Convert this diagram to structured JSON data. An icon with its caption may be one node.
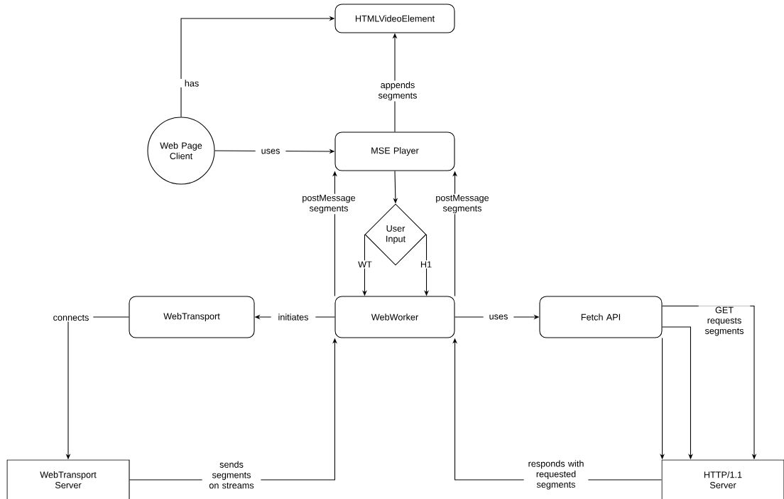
{
  "diagram": {
    "nodes": [
      {
        "text": [
          "HTMLVideoElement"
        ]
      },
      {
        "text": [
          "Web Page Client"
        ]
      },
      {
        "text": [
          "MSE Player"
        ]
      },
      {
        "text": [
          "User Input"
        ]
      },
      {
        "text": [
          "WebTransport"
        ]
      },
      {
        "text": [
          "WebWorker"
        ]
      },
      {
        "text": [
          "Fetch API"
        ]
      },
      {
        "text": [
          "WebTransport Server"
        ]
      },
      {
        "text": [
          "HTTP/1.1 Server"
        ]
      }
    ],
    "edges": [
      {
        "from": 1,
        "to": 0,
        "arrow": "to",
        "label": "has"
      },
      {
        "from": 1,
        "to": 2,
        "arrow": "to",
        "label": "uses"
      },
      {
        "from": 2,
        "to": 0,
        "arrow": "to",
        "label": "appends segments"
      },
      {
        "from": 5,
        "to": 2,
        "arrow": "to",
        "label": "postMessage segments"
      },
      {
        "from": 5,
        "to": 2,
        "arrow": "to",
        "label": "postMessage segments"
      },
      {
        "from": 2,
        "to": 3,
        "arrow": "to"
      },
      {
        "from": 3,
        "to": 5,
        "arrow": "to",
        "label": "WT"
      },
      {
        "from": 3,
        "to": 5,
        "arrow": "to",
        "label": "H1"
      },
      {
        "from": 5,
        "to": 4,
        "arrow": "to",
        "label": "initiates"
      },
      {
        "from": 5,
        "to": 6,
        "arrow": "to",
        "label": "uses"
      },
      {
        "from": 4,
        "to": 7,
        "arrow": "to",
        "label": "connects"
      },
      {
        "from": 7,
        "to": 5,
        "arrow": "to",
        "label": "sends segments on streams"
      },
      {
        "from": 8,
        "to": 5,
        "arrow": "to",
        "label": "responds with requested segments"
      },
      {
        "from": 6,
        "to": 8,
        "arrow": "to",
        "label": "GET requests segments"
      },
      {
        "from": 6,
        "to": 8,
        "arrow": "to"
      },
      {
        "from": 6,
        "to": 8,
        "arrow": "to"
      }
    ]
  }
}
